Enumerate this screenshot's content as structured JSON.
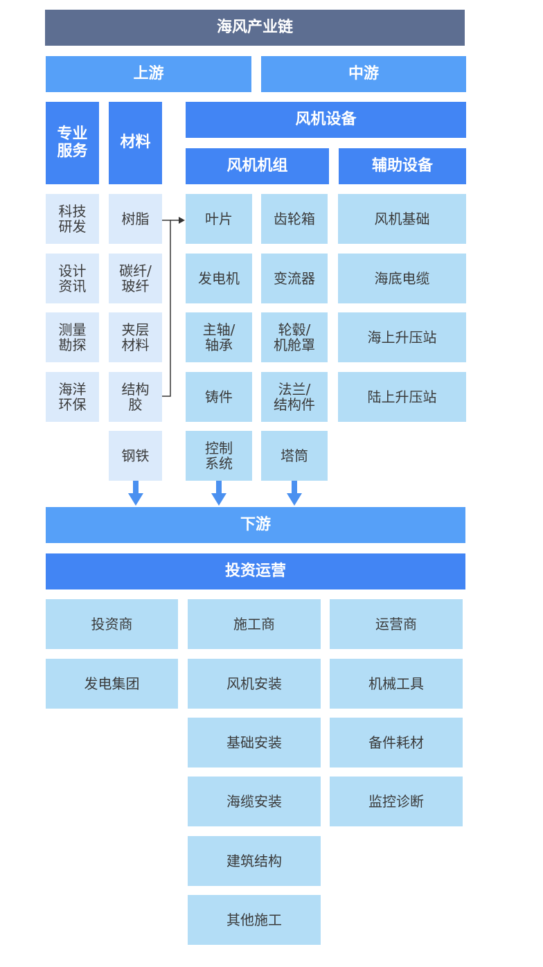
{
  "title": "海风产业链",
  "upstream": {
    "label": "上游",
    "services": {
      "header": "专业\n服务",
      "items": [
        "科技\n研发",
        "设计\n资讯",
        "测量\n勘探",
        "海洋\n环保"
      ]
    },
    "materials": {
      "header": "材料",
      "items": [
        "树脂",
        "碳纤/\n玻纤",
        "夹层\n材料",
        "结构\n胶",
        "钢铁"
      ]
    }
  },
  "midstream": {
    "label": "中游",
    "equipment_header": "风机设备",
    "turbine_unit": {
      "header": "风机机组",
      "col1": [
        "叶片",
        "发电机",
        "主轴/\n轴承",
        "铸件",
        "控制\n系统"
      ],
      "col2": [
        "齿轮箱",
        "变流器",
        "轮毂/\n机舱罩",
        "法兰/\n结构件",
        "塔筒"
      ]
    },
    "auxiliary": {
      "header": "辅助设备",
      "items": [
        "风机基础",
        "海底电缆",
        "海上升压站",
        "陆上升压站"
      ]
    }
  },
  "downstream": {
    "label": "下游",
    "operation_header": "投资运营",
    "col1": [
      "投资商",
      "发电集团"
    ],
    "col2": [
      "施工商",
      "风机安装",
      "基础安装",
      "海缆安装",
      "建筑结构",
      "其他施工"
    ],
    "col3": [
      "运营商",
      "机械工具",
      "备件耗材",
      "监控诊断"
    ]
  },
  "colors": {
    "title_bg": "#5d6e91",
    "stage_bg": "#56a0f8",
    "category_bg": "#4285f4",
    "upstream_item_bg": "#dbeafb",
    "item_bg": "#b3ddf6",
    "arrow": "#4a90f0",
    "connector": "#333333"
  }
}
